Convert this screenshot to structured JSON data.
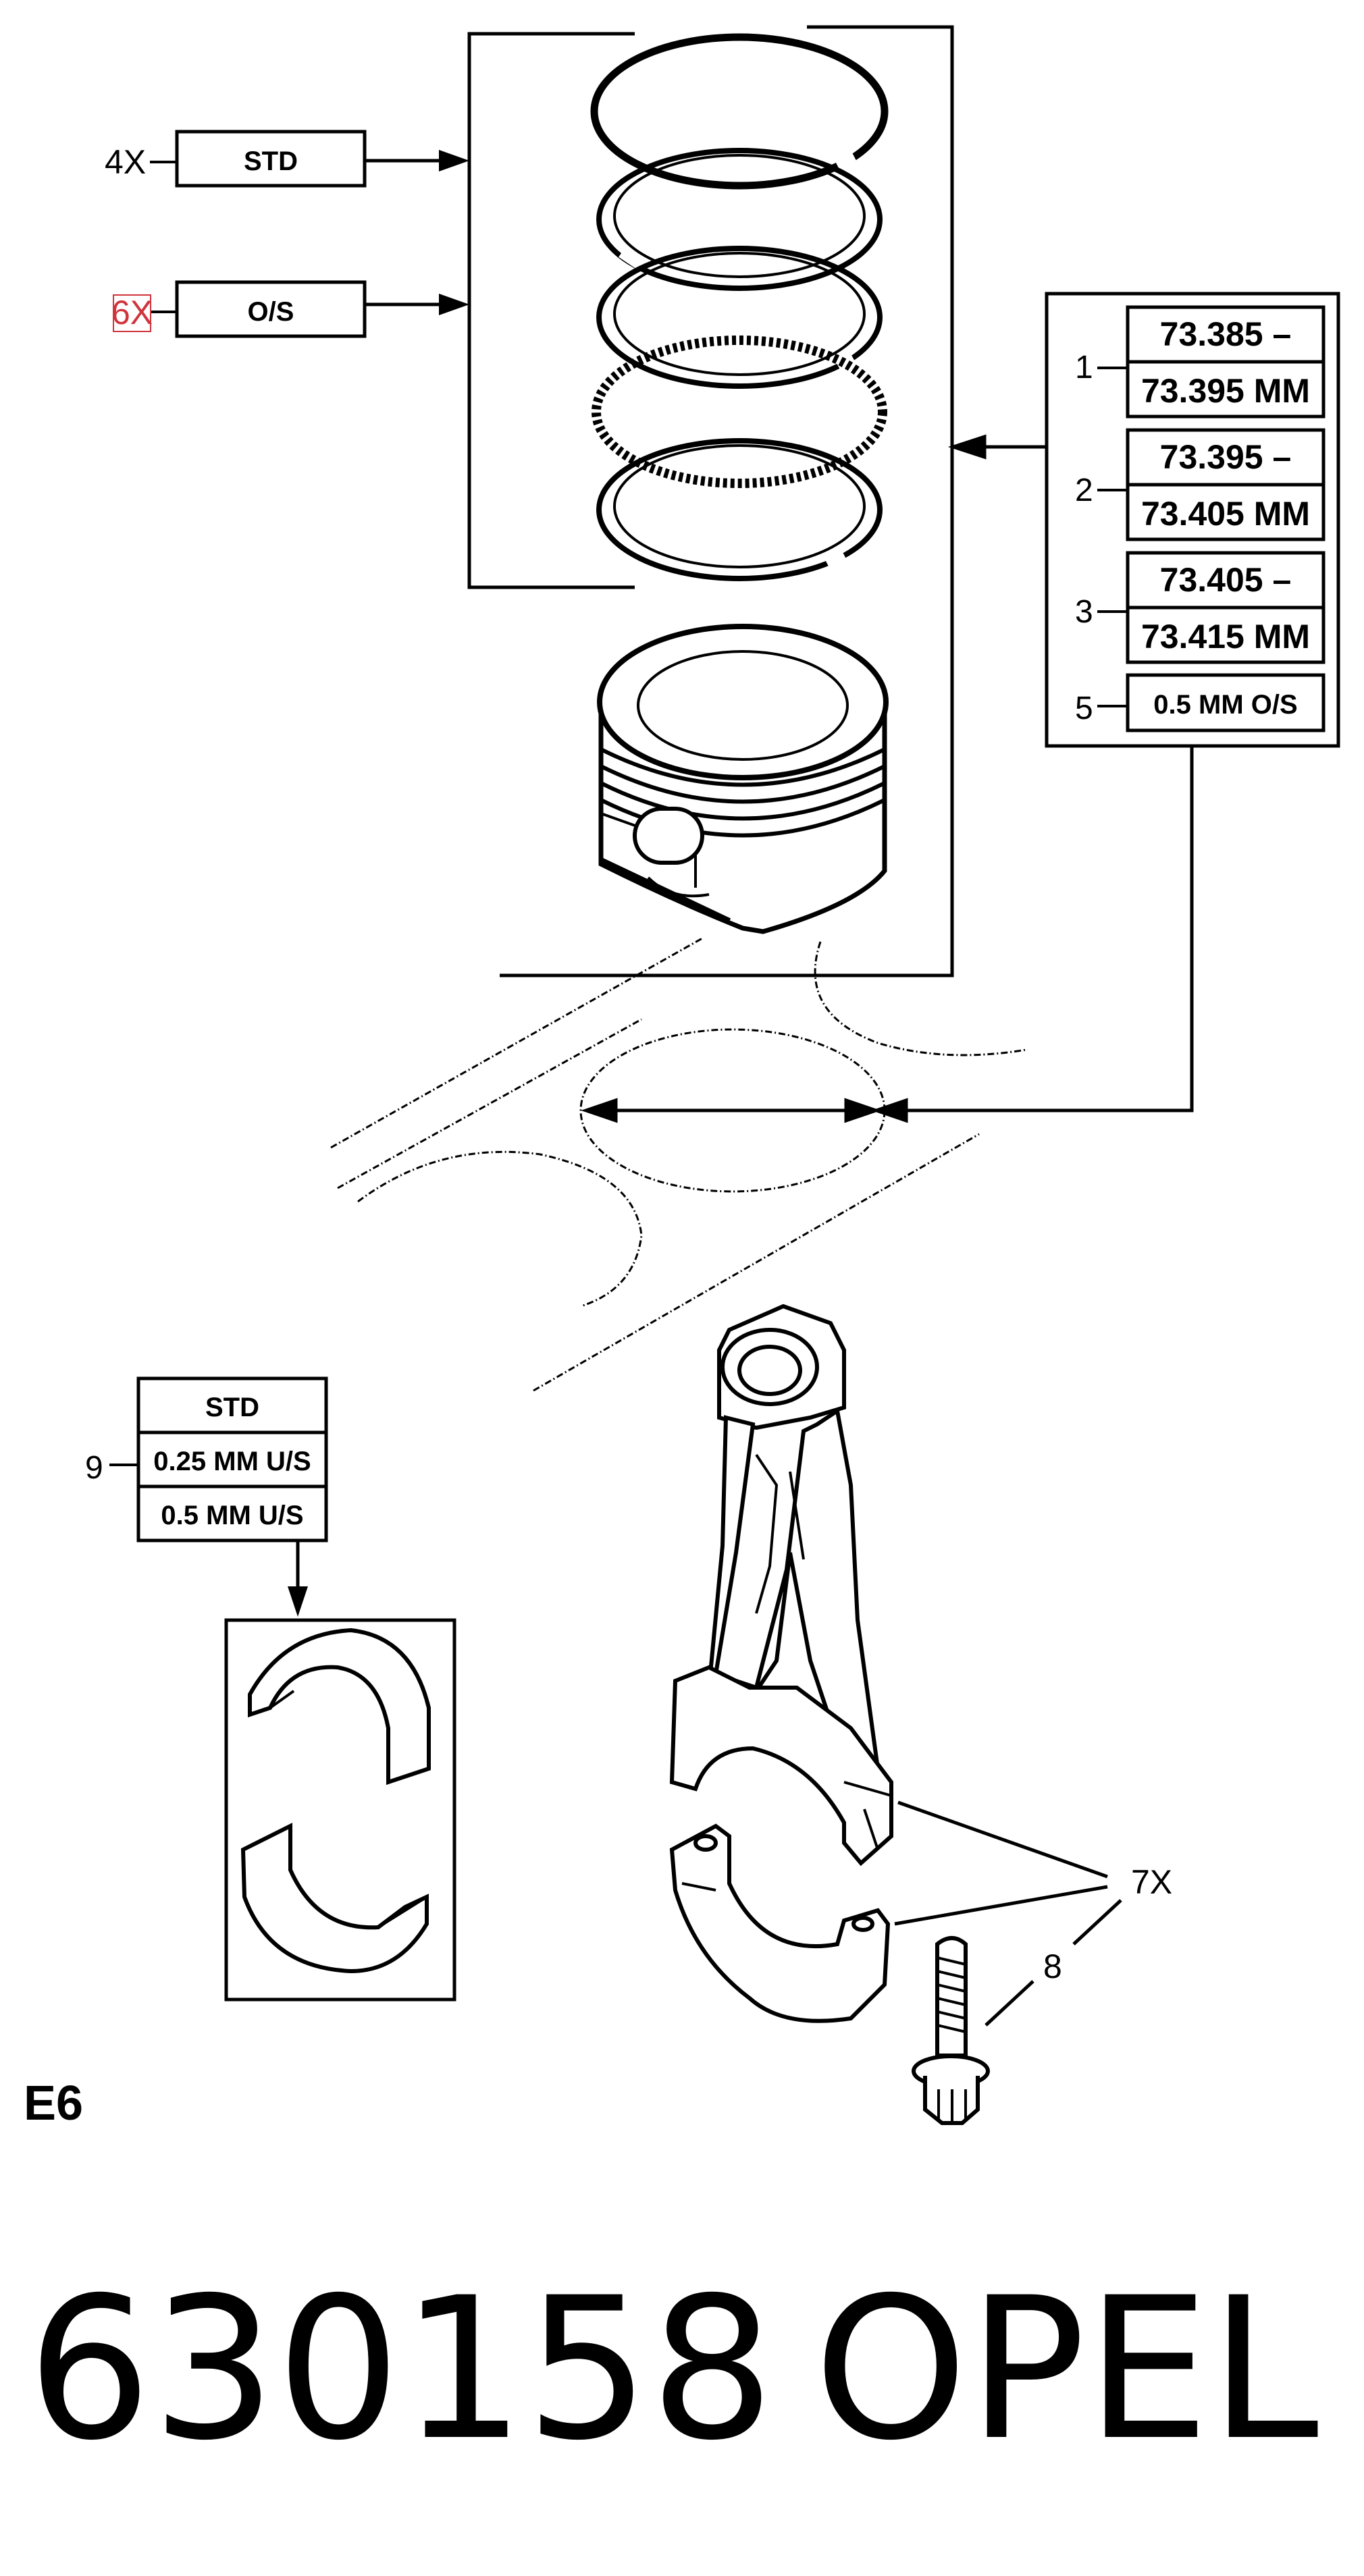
{
  "rings_callout": {
    "std": {
      "qty": "4X",
      "label": "STD"
    },
    "os": {
      "qty": "6X",
      "label": "O/S"
    }
  },
  "bore_sizes": [
    {
      "num": "1",
      "line1": "73.385 –",
      "line2": "73.395 MM"
    },
    {
      "num": "2",
      "line1": "73.395 –",
      "line2": "73.405 MM"
    },
    {
      "num": "3",
      "line1": "73.405 –",
      "line2": "73.415 MM"
    },
    {
      "num": "5",
      "line1": "0.5 MM O/S"
    }
  ],
  "bearing_sizes": {
    "num": "9",
    "options": [
      "STD",
      "0.25 MM U/S",
      "0.5 MM U/S"
    ]
  },
  "con_rod_label": "7X",
  "bolt_label": "8",
  "engine_code": "E6",
  "footer": {
    "part_number": "630158",
    "brand": "OPEL"
  },
  "colors": {
    "line": "#000000",
    "highlight": "#d0343c"
  }
}
